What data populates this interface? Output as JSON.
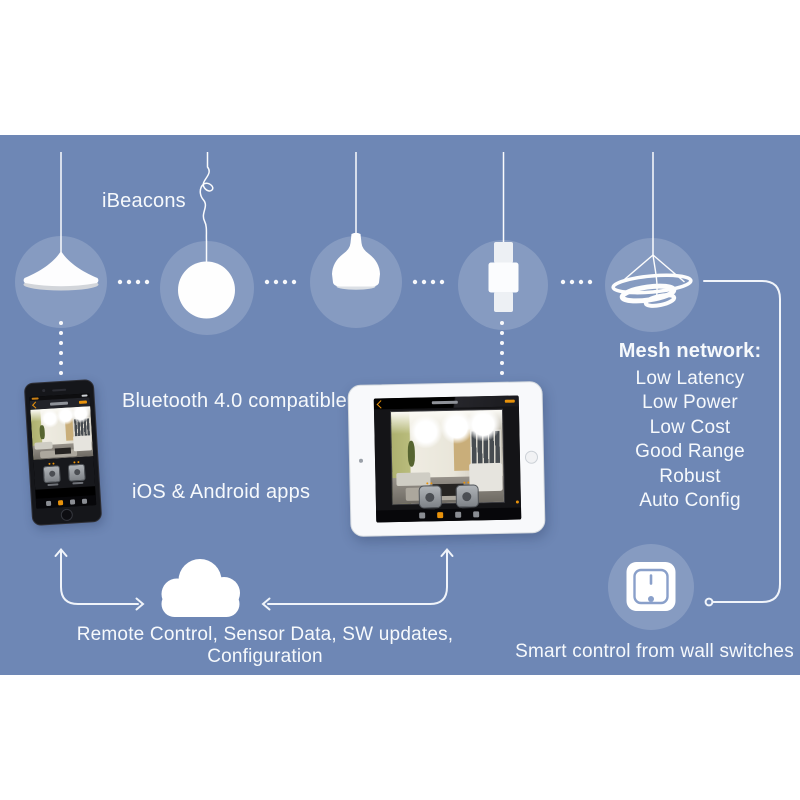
{
  "canvas": {
    "bg_color": "#6e87b5",
    "halo_color": "rgba(255,255,255,0.17)",
    "line_color": "#f0f4fa",
    "accent_orange": "#e8920b",
    "text_color": "#f6f9fc"
  },
  "labels": {
    "ibeacons": "iBeacons",
    "bluetooth": "Bluetooth 4.0 compatible",
    "apps": "iOS & Android apps",
    "cloud_caption": "Remote Control, Sensor Data, SW updates, Configuration",
    "switch_caption": "Smart control from wall switches"
  },
  "mesh": {
    "title": "Mesh network:",
    "items": [
      "Low Latency",
      "Low Power",
      "Low Cost",
      "Good Range",
      "Robust",
      "Auto Config"
    ]
  }
}
